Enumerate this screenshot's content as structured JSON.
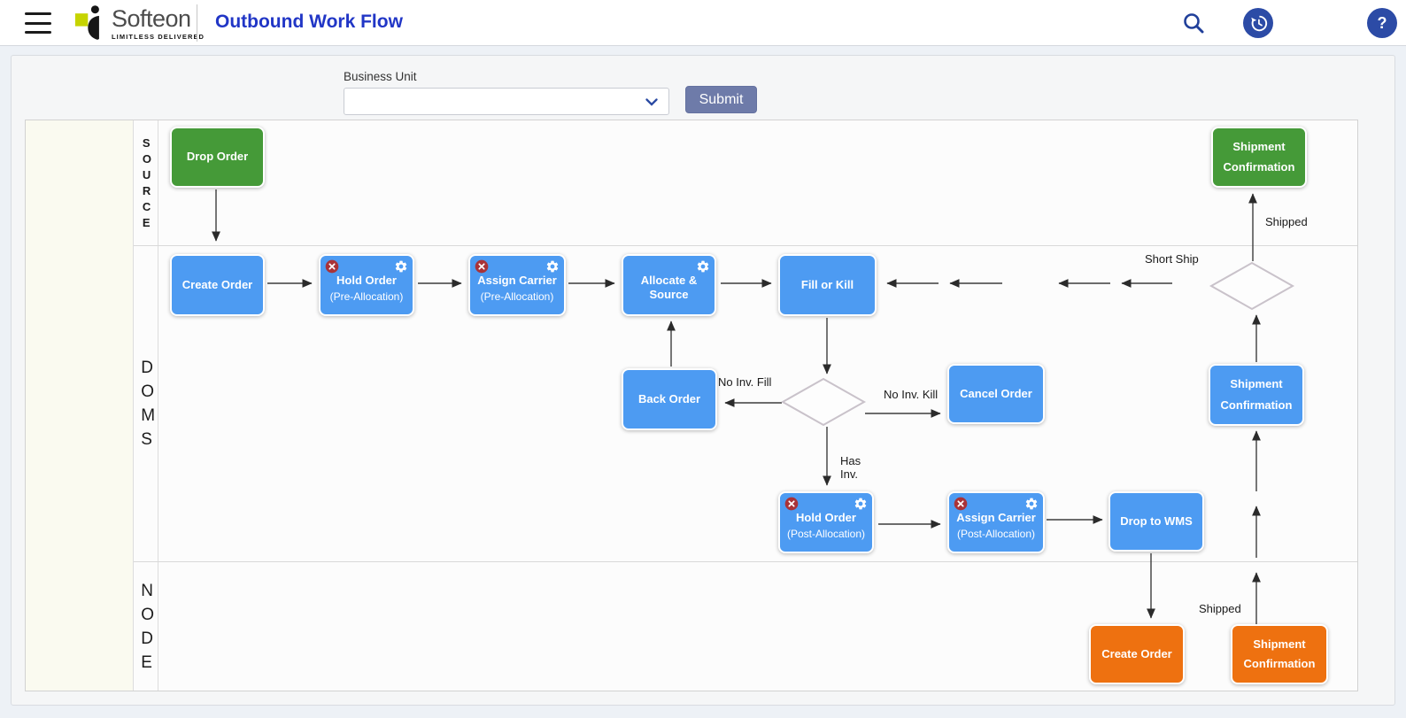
{
  "header": {
    "brand": {
      "name": "Softeon",
      "tagline": "LIMITLESS DELIVERED"
    },
    "title": "Outbound Work Flow"
  },
  "filter_bar": {
    "business_unit_label": "Business Unit",
    "business_unit_value": "",
    "submit_label": "Submit"
  },
  "lanes": [
    {
      "label": "SOURCE"
    },
    {
      "label": "DOMS"
    },
    {
      "label": "NODE"
    }
  ],
  "colors": {
    "node_green": "#459a38",
    "node_blue": "#4d9bf2",
    "node_orange": "#ee7110",
    "title_blue": "#2136c6",
    "icon_navy": "#2c4ba6",
    "badge_red": "#a93338",
    "submit_slate": "#6e7ba9"
  },
  "nodes": [
    {
      "id": "drop-order",
      "lane": "SOURCE",
      "label": "Drop Order",
      "color": "green"
    },
    {
      "id": "shipment-confirmation-source",
      "lane": "SOURCE",
      "label": "Shipment",
      "label2": "Confirmation",
      "color": "green"
    },
    {
      "id": "create-order-doms",
      "lane": "DOMS",
      "label": "Create Order",
      "color": "blue"
    },
    {
      "id": "hold-order-pre",
      "lane": "DOMS",
      "label": "Hold Order",
      "sublabel": "(Pre-Allocation)",
      "color": "blue",
      "badges": [
        "cancel",
        "settings"
      ]
    },
    {
      "id": "assign-carrier-pre",
      "lane": "DOMS",
      "label": "Assign Carrier",
      "sublabel": "(Pre-Allocation)",
      "color": "blue",
      "badges": [
        "cancel",
        "settings"
      ]
    },
    {
      "id": "allocate-and-source",
      "lane": "DOMS",
      "label": "Allocate & Source",
      "color": "blue",
      "badges": [
        "settings"
      ]
    },
    {
      "id": "fill-or-kill",
      "lane": "DOMS",
      "label": "Fill or Kill",
      "color": "blue"
    },
    {
      "id": "back-order",
      "lane": "DOMS",
      "label": "Back Order",
      "color": "blue"
    },
    {
      "id": "cancel-order",
      "lane": "DOMS",
      "label": "Cancel Order",
      "color": "blue"
    },
    {
      "id": "shipment-confirmation-doms",
      "lane": "DOMS",
      "label": "Shipment",
      "label2": "Confirmation",
      "color": "blue"
    },
    {
      "id": "hold-order-post",
      "lane": "DOMS",
      "label": "Hold Order",
      "sublabel": "(Post-Allocation)",
      "color": "blue",
      "badges": [
        "cancel",
        "settings"
      ]
    },
    {
      "id": "assign-carrier-post",
      "lane": "DOMS",
      "label": "Assign Carrier",
      "sublabel": "(Post-Allocation)",
      "color": "blue",
      "badges": [
        "cancel",
        "settings"
      ]
    },
    {
      "id": "drop-to-wms",
      "lane": "DOMS",
      "label": "Drop to WMS",
      "color": "blue"
    },
    {
      "id": "create-order-node",
      "lane": "NODE",
      "label": "Create Order",
      "color": "orange"
    },
    {
      "id": "shipment-confirmation-node",
      "lane": "NODE",
      "label": "Shipment",
      "label2": "Confirmation",
      "color": "orange"
    }
  ],
  "edge_labels": {
    "shipped_source": "Shipped",
    "short_ship": "Short Ship",
    "no_inv_fill": "No Inv. Fill",
    "no_inv_kill": "No Inv. Kill",
    "has_inv_line1": "Has",
    "has_inv_line2": "Inv.",
    "shipped_node": "Shipped"
  }
}
